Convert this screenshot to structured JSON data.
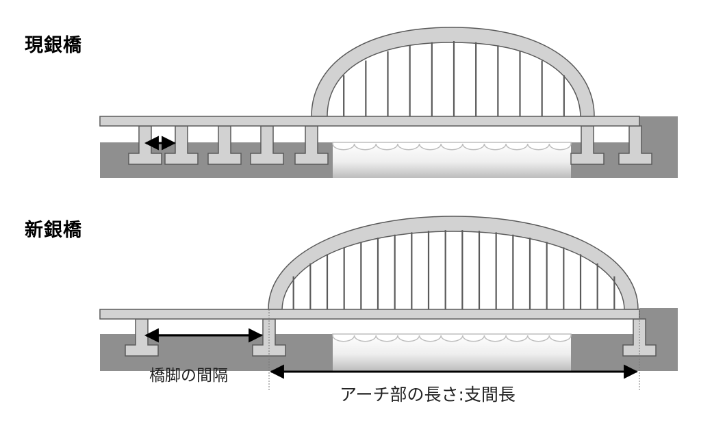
{
  "current_bridge": {
    "title": "現銀橋"
  },
  "new_bridge": {
    "title": "新銀橋",
    "pier_spacing_label": "橋脚の間隔",
    "arch_length_label": "アーチ部の長さ:支間長"
  },
  "colors": {
    "ground": "#8f8f8f",
    "structure_fill": "#d2d2d2",
    "structure_stroke": "#5a5a5a",
    "water_top": "#ffffff",
    "water_bottom": "#bdbdbd",
    "arrow": "#000000"
  }
}
